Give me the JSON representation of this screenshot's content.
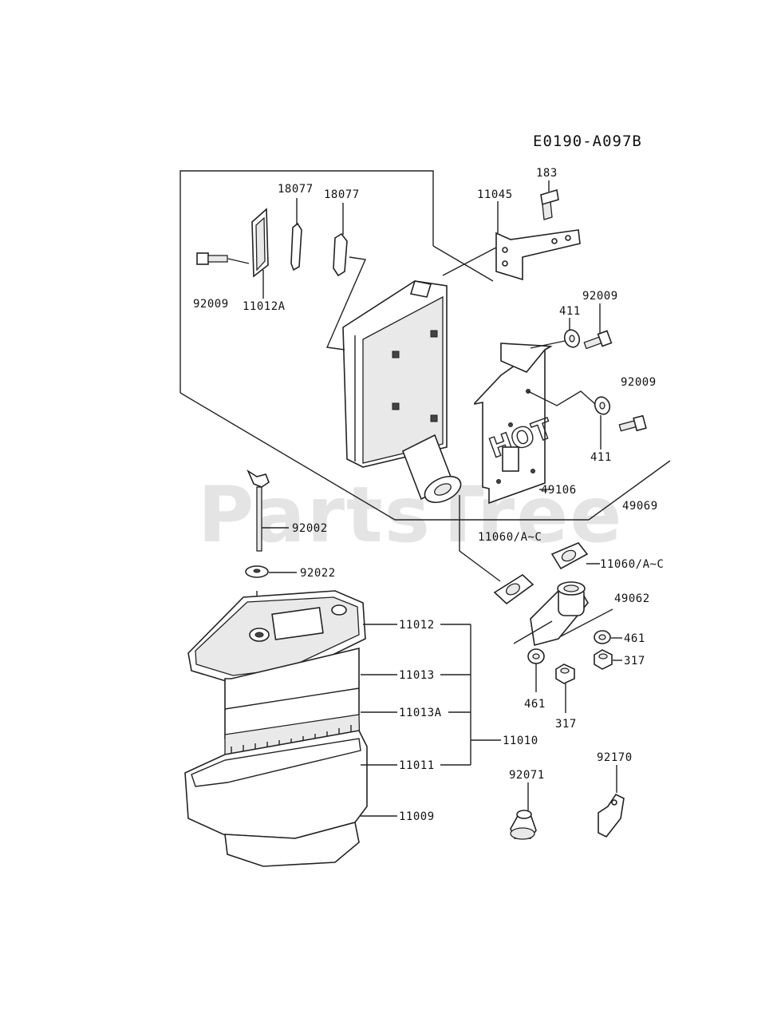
{
  "diagram_code": "E0190-A097B",
  "watermark": "PartsTree",
  "shield_marking": "HOT",
  "labels": {
    "p183": "183",
    "p11045": "11045",
    "p18077a": "18077",
    "p18077b": "18077",
    "p92009_left": "92009",
    "p11012A": "11012A",
    "p92009_upper": "92009",
    "p411_upper": "411",
    "p92009_right": "92009",
    "p411_lower": "411",
    "p49106": "49106",
    "p49069": "49069",
    "p92002": "92002",
    "p92022": "92022",
    "p11060_left": "11060/A~C",
    "p11060_right": "11060/A~C",
    "p49062": "49062",
    "p461_right": "461",
    "p317_right": "317",
    "p461_lower": "461",
    "p317_lower": "317",
    "p11012": "11012",
    "p11013": "11013",
    "p11013A": "11013A",
    "p11010": "11010",
    "p11011": "11011",
    "p11009": "11009",
    "p92071": "92071",
    "p92170": "92170"
  }
}
